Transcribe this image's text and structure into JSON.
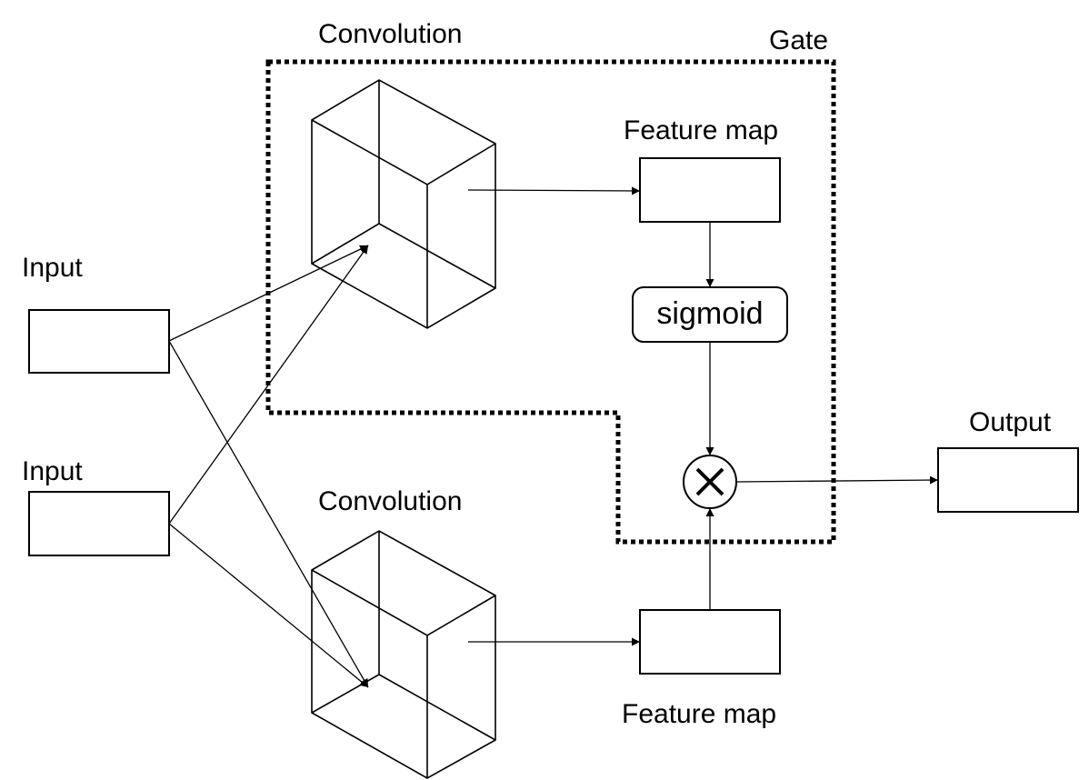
{
  "diagram": {
    "gate_label": "Gate",
    "conv_top_label": "Convolution",
    "conv_bottom_label": "Convolution",
    "input1_label": "Input",
    "input2_label": "Input",
    "feature_top_label": "Feature map",
    "feature_bottom_label": "Feature map",
    "sigmoid_label": "sigmoid",
    "multiply_symbol": "×",
    "output_label": "Output"
  }
}
